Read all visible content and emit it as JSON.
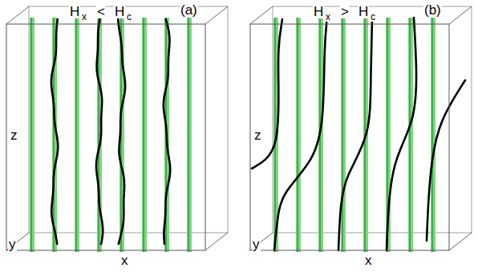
{
  "diagram": {
    "labels": [
      "H",
      "x",
      "<",
      "H",
      "c",
      "(a)",
      "z",
      "y",
      "x",
      "H",
      "x",
      ">",
      "H",
      "c",
      "(b)",
      "z",
      "y",
      "x"
    ]
  }
}
